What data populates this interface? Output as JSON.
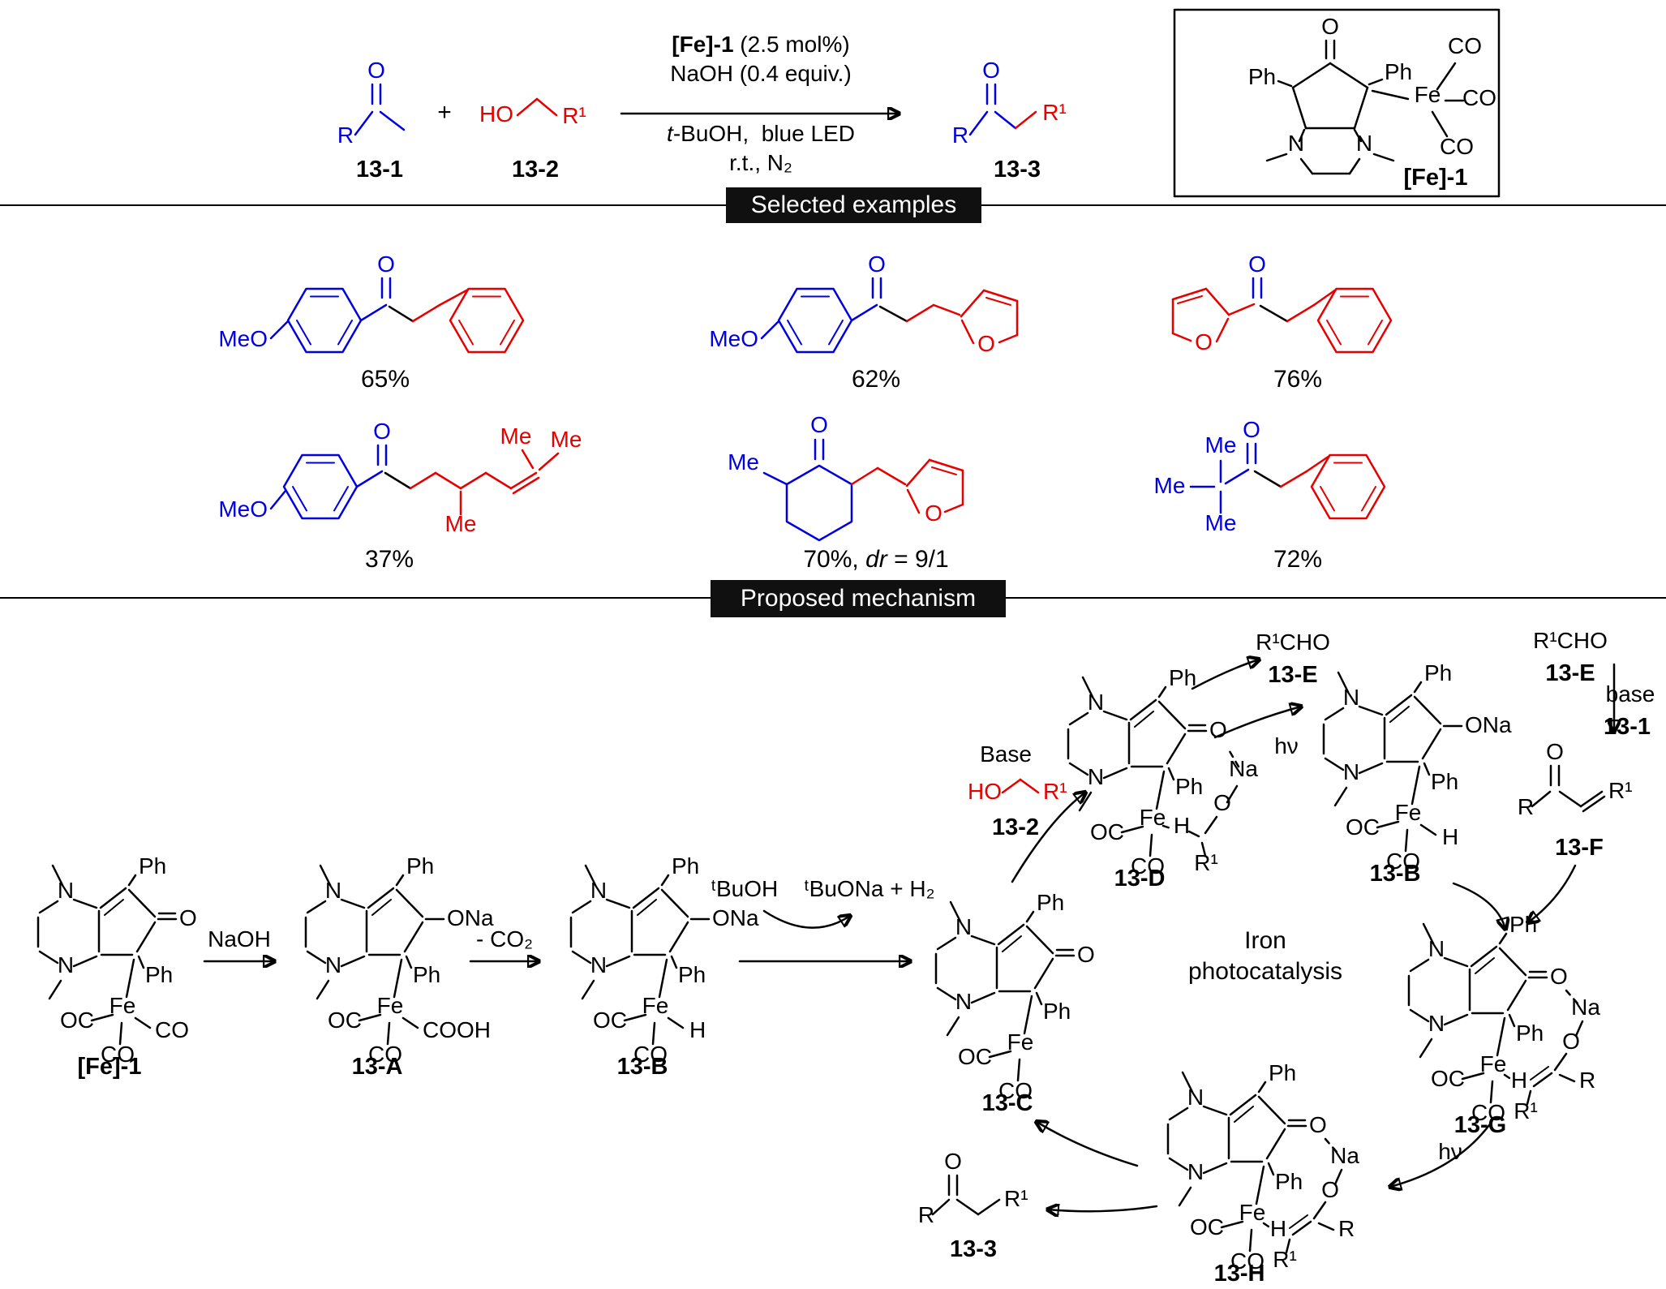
{
  "colors": {
    "blue": "#0000e0",
    "red": "#e60000",
    "banner_bg": "#101010",
    "banner_fg": "#ffffff"
  },
  "atoms": {
    "O": "O",
    "N": "N",
    "Ph": "Ph",
    "Fe": "Fe",
    "OC": "OC",
    "CO": "CO",
    "ONa": "ONa",
    "COOH": "COOH",
    "H": "H",
    "Na": "Na",
    "R": "R",
    "R1": "R¹",
    "Me": "Me",
    "MeO": "MeO",
    "HO": "HO"
  },
  "scheme": {
    "plus": "+",
    "labels": {
      "reactant1": "13-1",
      "reactant2": "13-2",
      "product": "13-3",
      "catalyst": "[Fe]-1"
    },
    "conditions": {
      "l1_bold": "[Fe]-1",
      "l1_rest": " (2.5 mol%)",
      "l2": "NaOH (0.4 equiv.)",
      "l3_italic": "t",
      "l3_rest": "-BuOH,  blue LED",
      "l4": "r.t., N₂"
    }
  },
  "banners": {
    "examples": "Selected examples",
    "mechanism": "Proposed mechanism"
  },
  "examples": {
    "e1": {
      "yield": "65%"
    },
    "e2": {
      "yield": "62%"
    },
    "e3": {
      "yield": "76%"
    },
    "e4": {
      "yield": "37%"
    },
    "e5": {
      "yield_pre": "70%, ",
      "yield_italic": "dr",
      "yield_post": " = 9/1"
    },
    "e6": {
      "yield": "72%"
    }
  },
  "mech": {
    "labels": {
      "fe1": "[Fe]-1",
      "a": "13-A",
      "b": "13-B",
      "c": "13-C",
      "d": "13-D",
      "e": "13-E",
      "f": "13-F",
      "g": "13-G",
      "h": "13-H",
      "product": "13-3"
    },
    "text": {
      "naoh": "NaOH",
      "co2": "- CO₂",
      "tbuoh": "ᵗBuOH",
      "tbuona": "ᵗBuONa + H₂",
      "base_cap": "Base",
      "s13_2": "13-2",
      "r1cho": "R¹CHO",
      "hv": "hν",
      "base": "base",
      "s13_1": "13-1",
      "iron1": "Iron",
      "iron2": "photocatalysis"
    }
  }
}
